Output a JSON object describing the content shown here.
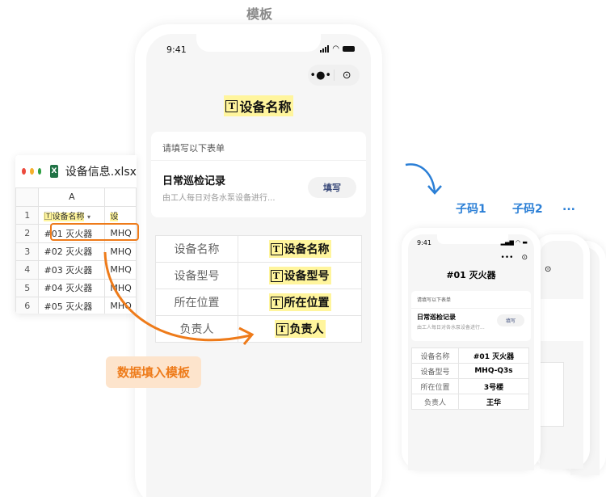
{
  "template_label": "模板",
  "main_phone": {
    "status_time": "9:41",
    "capsule": {
      "more": "•●•",
      "close": "⊙"
    },
    "page_title_tag": "设备名称",
    "card": {
      "header": "请填写以下表单",
      "form_title": "日常巡检记录",
      "form_desc": "由工人每日对各水泵设备进行...",
      "fill_button": "填写"
    },
    "table": [
      {
        "label": "设备名称",
        "field": "设备名称"
      },
      {
        "label": "设备型号",
        "field": "设备型号"
      },
      {
        "label": "所在位置",
        "field": "所在位置"
      },
      {
        "label": "负责人",
        "field": "负责人"
      }
    ]
  },
  "excel": {
    "file_name": "设备信息.xlsx",
    "col_a": "A",
    "header_tag": "设备名称",
    "header_tag_b": "设",
    "rows": [
      {
        "n": "1"
      },
      {
        "n": "2",
        "a": "#01 灭火器",
        "b": "MHQ"
      },
      {
        "n": "3",
        "a": "#02 灭火器",
        "b": "MHQ"
      },
      {
        "n": "4",
        "a": "#03 灭火器",
        "b": "MHQ"
      },
      {
        "n": "5",
        "a": "#04 灭火器",
        "b": "MHQ"
      },
      {
        "n": "6",
        "a": "#05 灭火器",
        "b": "MHQ"
      }
    ]
  },
  "fill_label": "数据填入模板",
  "codes": {
    "c1": "子码1",
    "c2": "子码2",
    "more": "..."
  },
  "child_phone": {
    "status_time": "9:41",
    "title": "#01 灭火器",
    "card_header": "请填写以下表单",
    "form_title": "日常巡检记录",
    "form_desc": "由工人每日对各水泵设备进行...",
    "fill_button": "填写",
    "table": [
      {
        "label": "设备名称",
        "value": "#01 灭火器"
      },
      {
        "label": "设备型号",
        "value": "MHQ-Q3s"
      },
      {
        "label": "所在位置",
        "value": "3号楼"
      },
      {
        "label": "负责人",
        "value": "王华"
      }
    ]
  },
  "colors": {
    "accent_orange": "#ee7b1a",
    "accent_blue": "#2b7fd6",
    "tag_yellow": "#fff59d"
  }
}
